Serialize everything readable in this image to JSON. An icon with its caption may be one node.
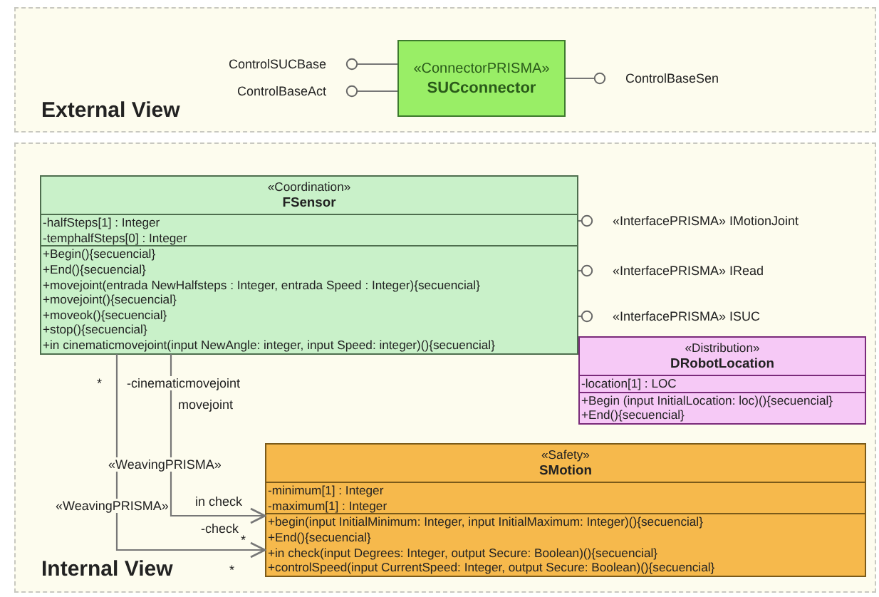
{
  "diagram": {
    "nodes": [
      {
        "text": [
          "External View"
        ]
      },
      {
        "text": [
          "«ConnectorPRISMA»",
          "SUCconnector"
        ],
        "in": 0
      },
      {
        "text": [
          "ControlSUCBase"
        ],
        "in": 0
      },
      {
        "text": [
          "ControlBaseAct"
        ],
        "in": 0
      },
      {
        "text": [
          "ControlBaseSen"
        ],
        "in": 0
      },
      {
        "text": [
          "Internal View"
        ]
      },
      {
        "text": [
          "«Coordination»",
          "FSensor",
          "-halfSteps[1] : Integer",
          "-temphalfSteps[0] : Integer",
          "+Begin(){secuencial}",
          "+End(){secuencial}",
          "+movejoint(entrada NewHalfsteps : Integer, entrada Speed : Integer){secuencial}",
          "+movejoint(){secuencial}",
          "+moveok(){secuencial}",
          "+stop(){secuencial}",
          "+in cinematicmovejoint(input NewAngle: integer, input Speed: integer)(){secuencial}"
        ],
        "in": 5
      },
      {
        "text": [
          "«InterfacePRISMA» IMotionJoint"
        ],
        "in": 5
      },
      {
        "text": [
          "«InterfacePRISMA» IRead"
        ],
        "in": 5
      },
      {
        "text": [
          "«InterfacePRISMA» ISUC"
        ],
        "in": 5
      },
      {
        "text": [
          "«Distribution»",
          "DRobotLocation",
          "-location[1] : LOC",
          "+Begin (input InitialLocation: loc)(){secuencial}",
          "+End(){secuencial}"
        ],
        "in": 5
      },
      {
        "text": [
          "«Safety»",
          "SMotion",
          "-minimum[1] : Integer",
          "-maximum[1] : Integer",
          "+begin(input InitialMinimum: Integer, input InitialMaximum: Integer)(){secuencial}",
          "+End(){secuencial}",
          "+in check(input Degrees: Integer, output Secure: Boolean)(){secuencial}",
          "+controlSpeed(input CurrentSpeed: Integer, output Secure: Boolean)(){secuencial}"
        ],
        "in": 5
      }
    ],
    "edges": [
      {
        "from": 1,
        "to": 2,
        "arrow": "other"
      },
      {
        "from": 1,
        "to": 3,
        "arrow": "other"
      },
      {
        "from": 1,
        "to": 4,
        "arrow": "other"
      },
      {
        "from": 6,
        "to": 7,
        "arrow": "other"
      },
      {
        "from": 6,
        "to": 8,
        "arrow": "other"
      },
      {
        "from": 6,
        "to": 9,
        "arrow": "other"
      },
      {
        "from": 6,
        "to": 11,
        "arrow": "to",
        "label": "in check"
      },
      {
        "from": 6,
        "to": 11,
        "arrow": "to",
        "label": "-check"
      }
    ],
    "labels": [
      "*",
      "-cinematicmovejoint",
      "movejoint",
      "«WeavingPRISMA»",
      "«WeavingPRISMA»",
      "*",
      "*"
    ]
  }
}
